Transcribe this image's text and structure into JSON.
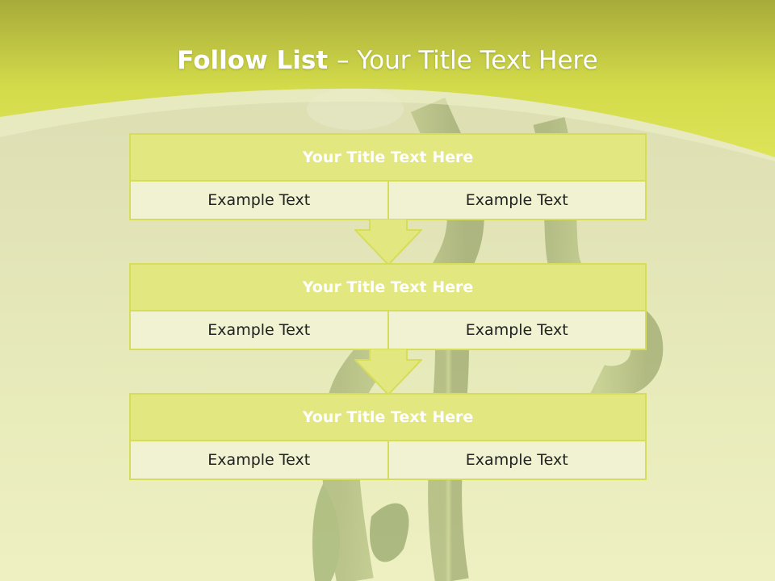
{
  "slide": {
    "title_bold": "Follow List ",
    "title_rest": " – Your Title Text Here"
  },
  "blocks": [
    {
      "title": "Your Title Text Here",
      "left": "Example Text",
      "right": "Example Text"
    },
    {
      "title": "Your Title Text Here",
      "left": "Example Text",
      "right": "Example Text"
    },
    {
      "title": "Your Title Text Here",
      "left": "Example Text",
      "right": "Example Text"
    }
  ],
  "colors": {
    "accent": "#d6dd5a",
    "header_fill": "#e3e77f",
    "cell_fill": "#f1f2d2",
    "band_top": "#a8ac3a",
    "band_bottom": "#d8e04e"
  }
}
